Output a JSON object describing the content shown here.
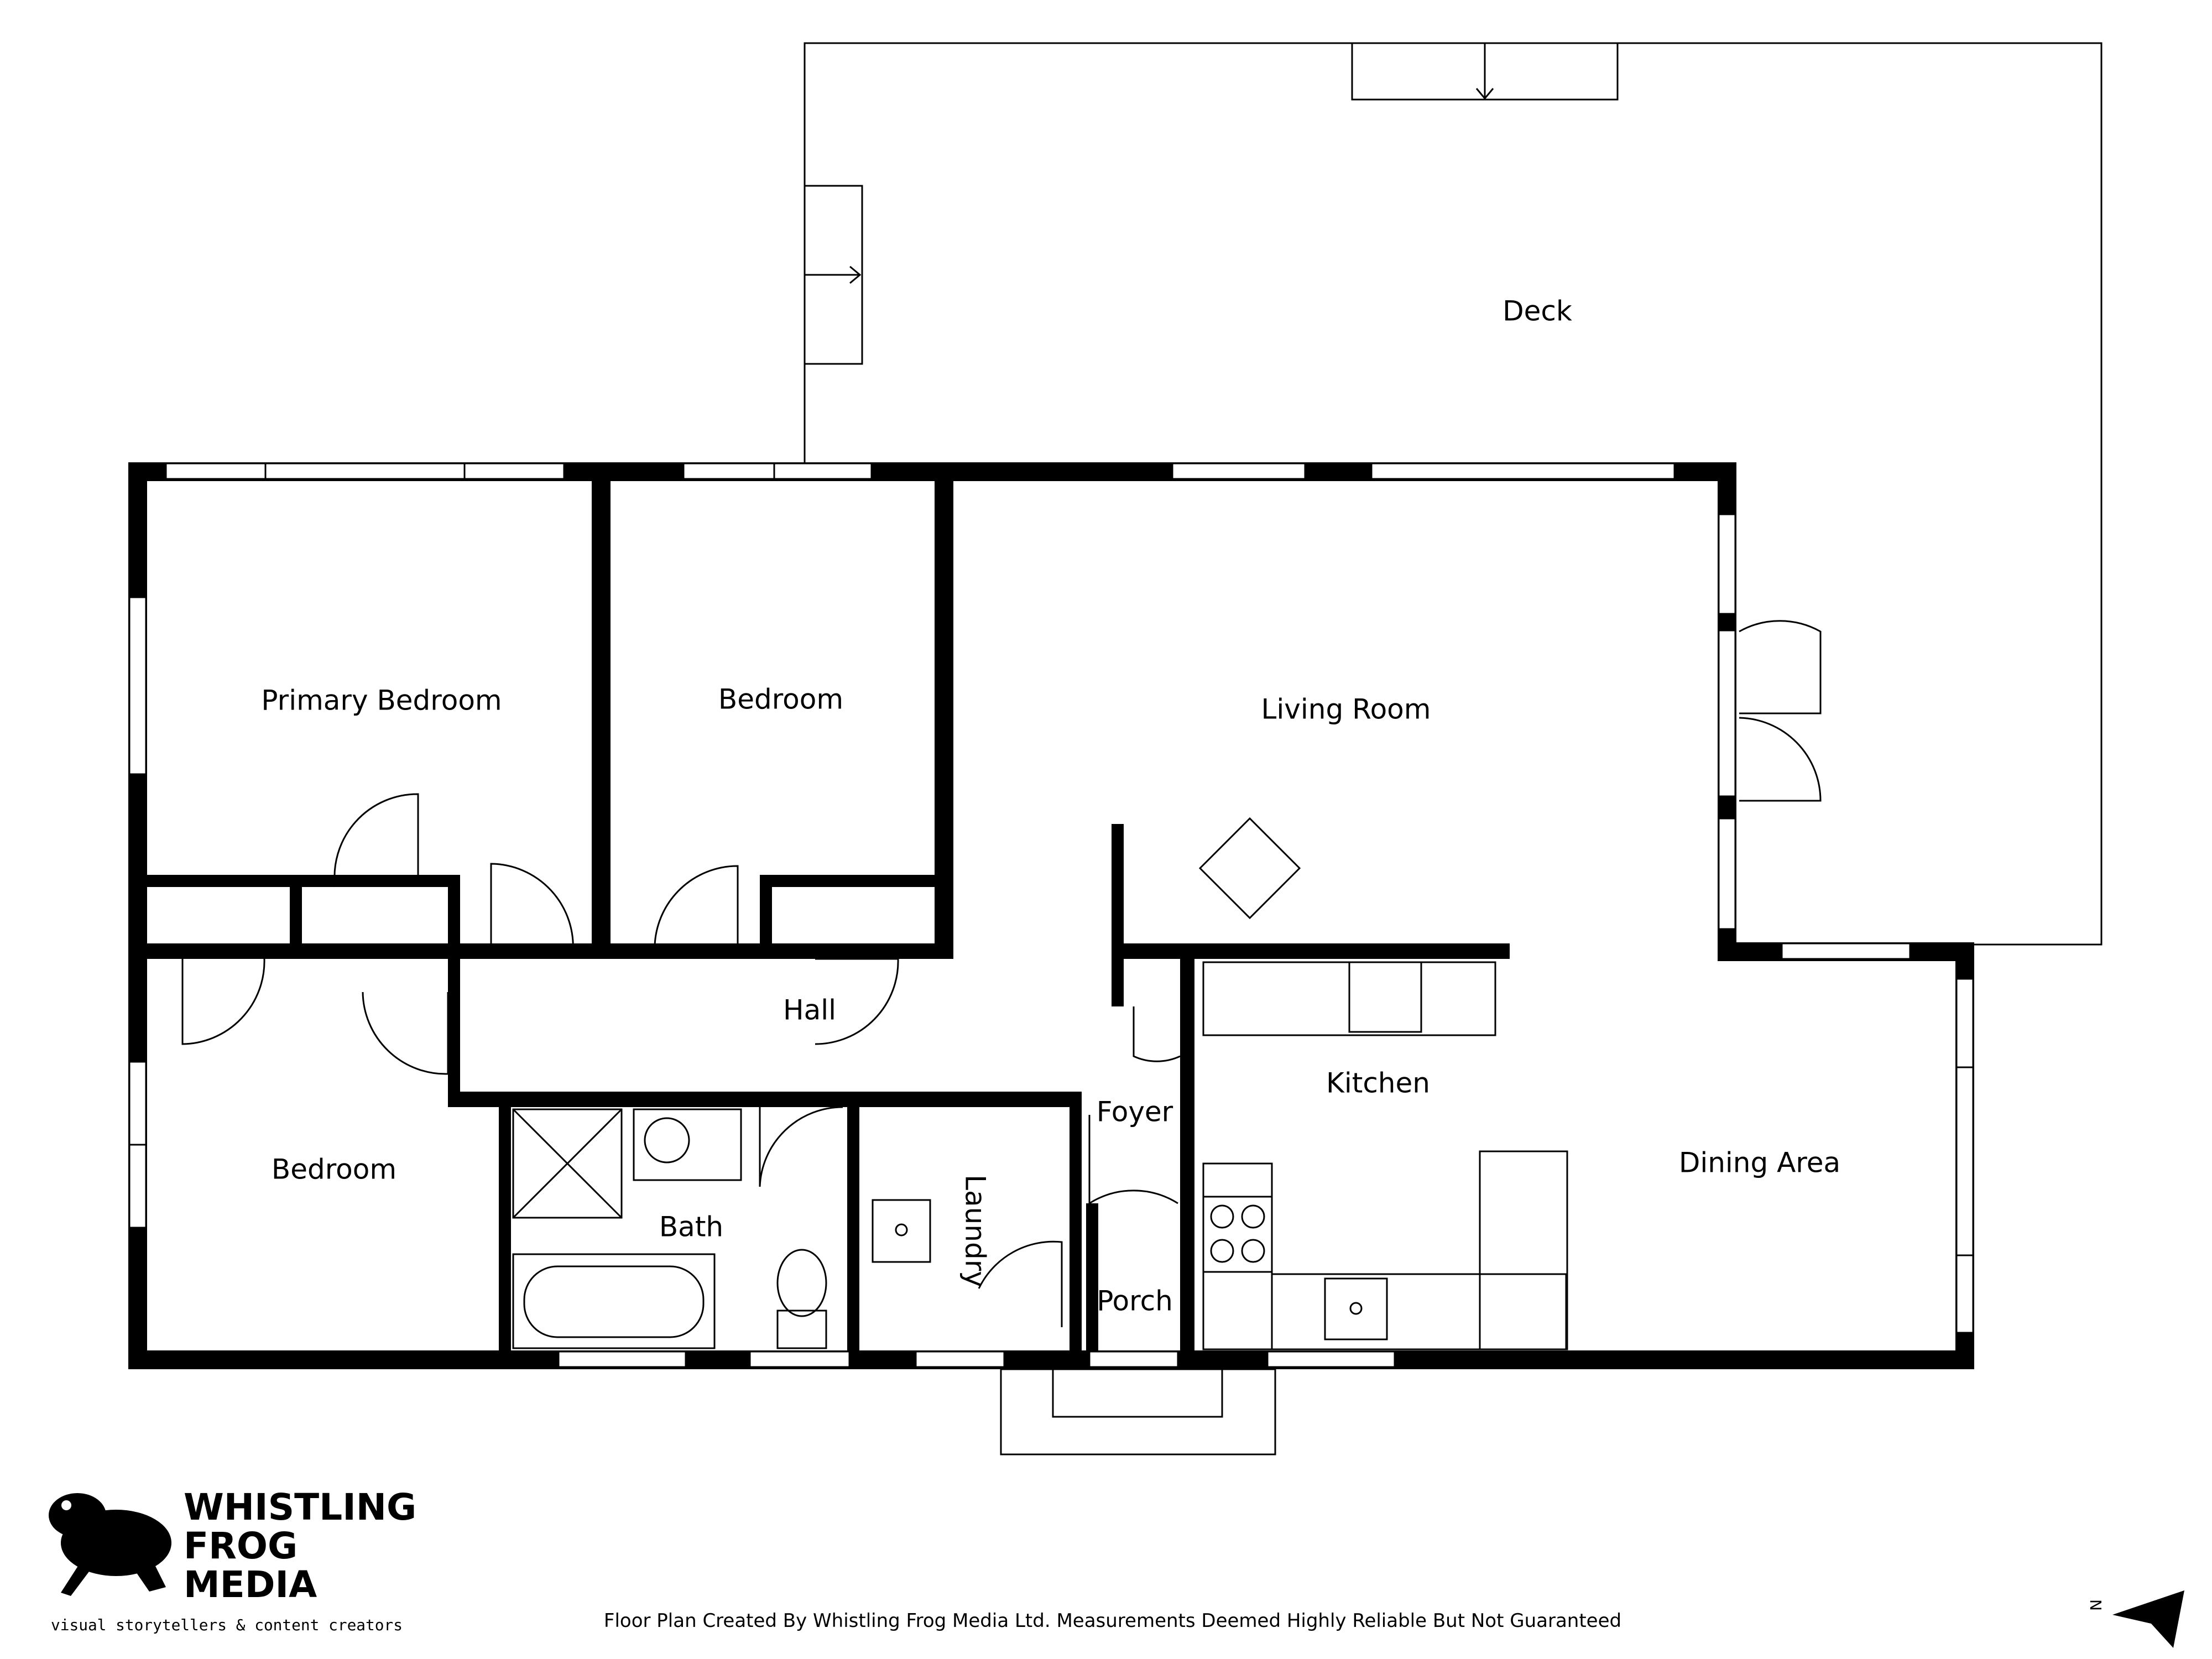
{
  "rooms": {
    "deck": "Deck",
    "primary_bedroom": "Primary Bedroom",
    "bedroom_top": "Bedroom",
    "living_room": "Living Room",
    "hall": "Hall",
    "bedroom_bottom": "Bedroom",
    "bath": "Bath",
    "laundry": "Laundry",
    "foyer": "Foyer",
    "porch": "Porch",
    "kitchen": "Kitchen",
    "dining_area": "Dining Area"
  },
  "logo": {
    "line1": "WHISTLING",
    "line2": "FROG",
    "line3": "MEDIA",
    "tagline": "visual storytellers & content creators"
  },
  "footer": {
    "disclaimer": "Floor Plan Created By Whistling Frog Media Ltd. Measurements Deemed Highly Reliable But Not Guaranteed"
  },
  "compass": {
    "label": "N"
  }
}
